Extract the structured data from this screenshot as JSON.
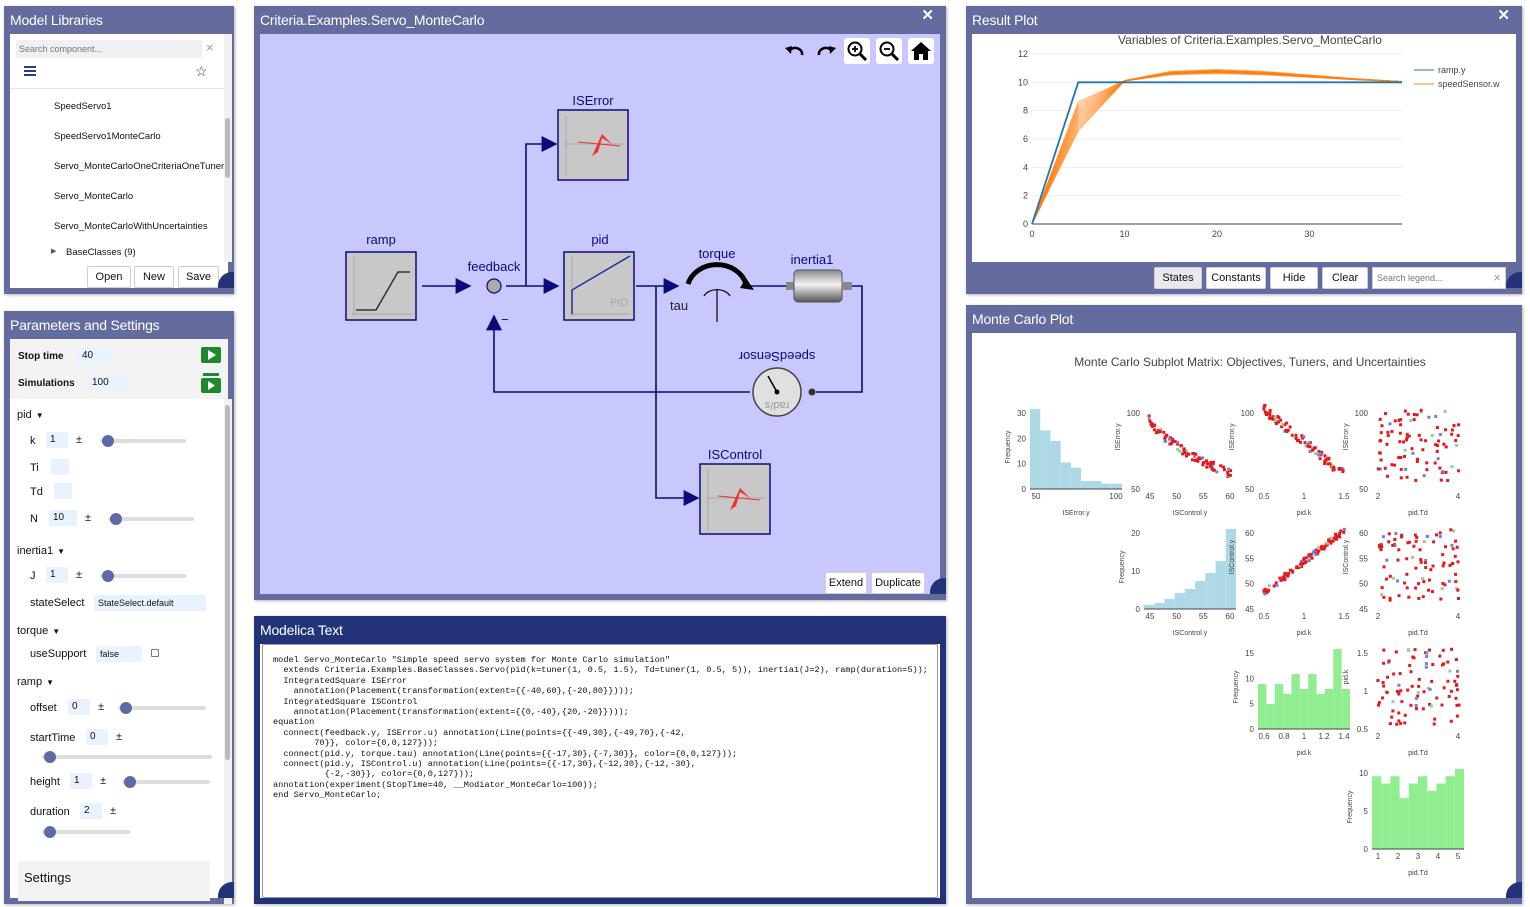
{
  "libraries": {
    "title": "Model Libraries",
    "search_placeholder": "Search component...",
    "items": [
      "SpeedServo1",
      "SpeedServo1MonteCarlo",
      "Servo_MonteCarloOneCriteriaOneTuner",
      "Servo_MonteCarlo",
      "Servo_MonteCarloWithUncertainties"
    ],
    "base_classes": "BaseClasses (9)",
    "buttons": {
      "open": "Open",
      "new": "New",
      "save": "Save"
    }
  },
  "params": {
    "title": "Parameters and Settings",
    "stop_time_label": "Stop time",
    "stop_time": "40",
    "simulations_label": "Simulations",
    "simulations": "100",
    "pm": "±",
    "groups": {
      "pid": {
        "label": "pid",
        "k_label": "k",
        "k": "1",
        "ti_label": "Ti",
        "td_label": "Td",
        "n_label": "N",
        "n": "10"
      },
      "inertia1": {
        "label": "inertia1",
        "j_label": "J",
        "j": "1",
        "ss_label": "stateSelect",
        "ss": "StateSelect.default"
      },
      "torque": {
        "label": "torque",
        "us_label": "useSupport",
        "us": "false"
      },
      "ramp": {
        "label": "ramp",
        "offset_label": "offset",
        "offset": "0",
        "start_label": "startTime",
        "start": "0",
        "height_label": "height",
        "height": "1",
        "duration_label": "duration",
        "duration": "2"
      }
    },
    "settings": "Settings"
  },
  "diagram": {
    "title": "Criteria.Examples.Servo_MonteCarlo",
    "labels": {
      "iserror": "ISError",
      "ramp": "ramp",
      "feedback": "feedback",
      "pid": "pid",
      "torque": "torque",
      "tau": "tau",
      "inertia1": "inertia1",
      "speedsensor": "speedSensor",
      "iscontrol": "ISControl",
      "pid_watermark": "PID",
      "rads": "rad/s",
      "minus": "−"
    },
    "buttons": {
      "extend": "Extend",
      "duplicate": "Duplicate"
    }
  },
  "code": {
    "title": "Modelica Text",
    "lines": [
      "model Servo_MonteCarlo \"Simple speed servo system for Monte Carlo simulation\"",
      "  extends Criteria.Examples.BaseClasses.Servo(pid(k=tuner(1, 0.5, 1.5), Td=tuner(1, 0.5, 5)), inertia1(J=2), ramp(duration=5));",
      "  IntegratedSquare ISError",
      "    annotation(Placement(transformation(extent={{-40,60},{-20,80}})));",
      "  IntegratedSquare ISControl",
      "    annotation(Placement(transformation(extent={{0,-40},{20,-20}})));",
      "equation",
      "  connect(feedback.y, ISError.u) annotation(Line(points={{-49,30},{-49,70},{-42,",
      "        70}}, color={0,0,127}));",
      "  connect(pid.y, torque.tau) annotation(Line(points={{-17,30},{-7,30}}, color={0,0,127}));",
      "  connect(pid.y, ISControl.u) annotation(Line(points={{-17,30},{-12,30},{-12,-30},",
      "          {-2,-30}}, color={0,0,127}));",
      "annotation(experiment(StopTime=40, __Modiator_MonteCarlo=100));",
      "end Servo_MonteCarlo;"
    ]
  },
  "result": {
    "title": "Result Plot",
    "chart_title": "Variables of Criteria.Examples.Servo_MonteCarlo",
    "legend": [
      "ramp.y",
      "speedSensor.w"
    ],
    "buttons": {
      "states": "States",
      "constants": "Constants",
      "hide": "Hide",
      "clear": "Clear"
    },
    "legend_search_placeholder": "Search legend..."
  },
  "montecarlo": {
    "title": "Monte Carlo Plot",
    "chart_title": "Monte Carlo Subplot Matrix: Objectives, Tuners, and Uncertainties"
  },
  "colors": {
    "header": "#646b9e",
    "canvas": "#c8c8ff",
    "wire": "#0a0a7a",
    "ramp": "#1f77b4",
    "speed": "#ff7f0e",
    "hist1": "#add8e6",
    "hist2": "#90ee90",
    "scatter": "#e31a1c"
  },
  "chart_data": [
    {
      "type": "line",
      "title": "Variables of Criteria.Examples.Servo_MonteCarlo",
      "xlim": [
        0,
        40
      ],
      "ylim": [
        0,
        12
      ],
      "xticks": [
        "0",
        "10",
        "20",
        "30"
      ],
      "yticks": [
        "0",
        "2",
        "4",
        "6",
        "8",
        "10",
        "12"
      ],
      "legend_position": "top-right",
      "series": [
        {
          "name": "ramp.y",
          "x": [
            0,
            5,
            40
          ],
          "y": [
            0,
            10,
            10
          ]
        },
        {
          "name": "speedSensor.w",
          "x": [
            0,
            5,
            10,
            15,
            20,
            25,
            30,
            35,
            40
          ],
          "y": [
            0,
            8.2,
            10.1,
            10.6,
            10.7,
            10.6,
            10.4,
            10.2,
            10.05
          ]
        }
      ]
    },
    {
      "type": "scatter",
      "title": "Monte Carlo Subplot Matrix: Objectives, Tuners, and Uncertainties",
      "row_labels": [
        "ISError.y",
        "ISControl.y",
        "pid.k",
        "pid.Td"
      ],
      "col_labels": [
        "ISError.y",
        "ISControl.y",
        "pid.k",
        "pid.Td"
      ],
      "hist_ylabel": "Frequency",
      "hist_ticks": {
        "iserror": {
          "x": [
            "50",
            "100"
          ],
          "y": [
            "0",
            "10",
            "20",
            "30"
          ]
        },
        "iscontrol": {
          "x": [
            "45",
            "50",
            "55",
            "60"
          ],
          "y": [
            "0",
            "10",
            "20"
          ]
        },
        "pidk": {
          "x": [
            "0.6",
            "0.8",
            "1",
            "1.2",
            "1.4"
          ],
          "y": [
            "0",
            "5",
            "10",
            "15"
          ]
        },
        "pidtd": {
          "x": [
            "1",
            "2",
            "3",
            "4",
            "5"
          ],
          "y": [
            "0",
            "5",
            "10"
          ]
        }
      },
      "scatter_ticks": {
        "r0_ctrl": {
          "x": [
            "45",
            "50",
            "55",
            "60"
          ],
          "y": [
            "50",
            "100"
          ]
        },
        "r0_k": {
          "x": [
            "0.5",
            "1",
            "1.5"
          ],
          "y": [
            "50",
            "100"
          ]
        },
        "r0_td": {
          "x": [
            "2",
            "4"
          ],
          "y": [
            "50",
            "100"
          ]
        },
        "r1_k": {
          "x": [
            "0.5",
            "1",
            "1.5"
          ],
          "y": [
            "45",
            "50",
            "55",
            "60"
          ]
        },
        "r1_td": {
          "x": [
            "2",
            "4"
          ],
          "y": [
            "45",
            "50",
            "55",
            "60"
          ]
        },
        "r2_td": {
          "x": [
            "2",
            "4"
          ],
          "y": [
            "0.5",
            "1",
            "1.5"
          ]
        }
      }
    }
  ]
}
